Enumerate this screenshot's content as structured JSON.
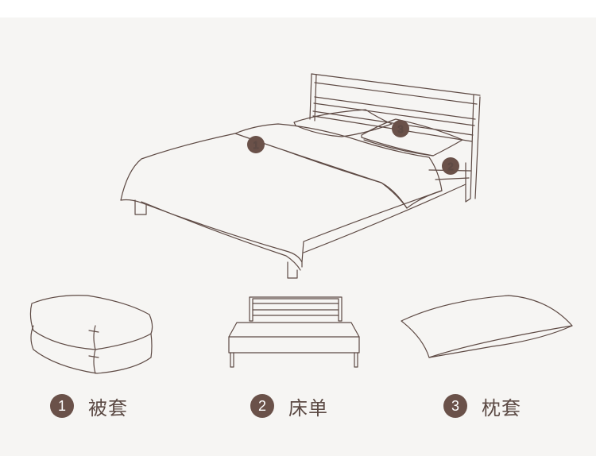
{
  "colors": {
    "line": "#5e4a44",
    "badge": "#6a5149",
    "background": "#f6f5f3"
  },
  "callouts": {
    "duvet": "1",
    "sheet": "2",
    "pillowcase": "3"
  },
  "legend": [
    {
      "number": "1",
      "label": "被套"
    },
    {
      "number": "2",
      "label": "床单"
    },
    {
      "number": "3",
      "label": "枕套"
    }
  ]
}
